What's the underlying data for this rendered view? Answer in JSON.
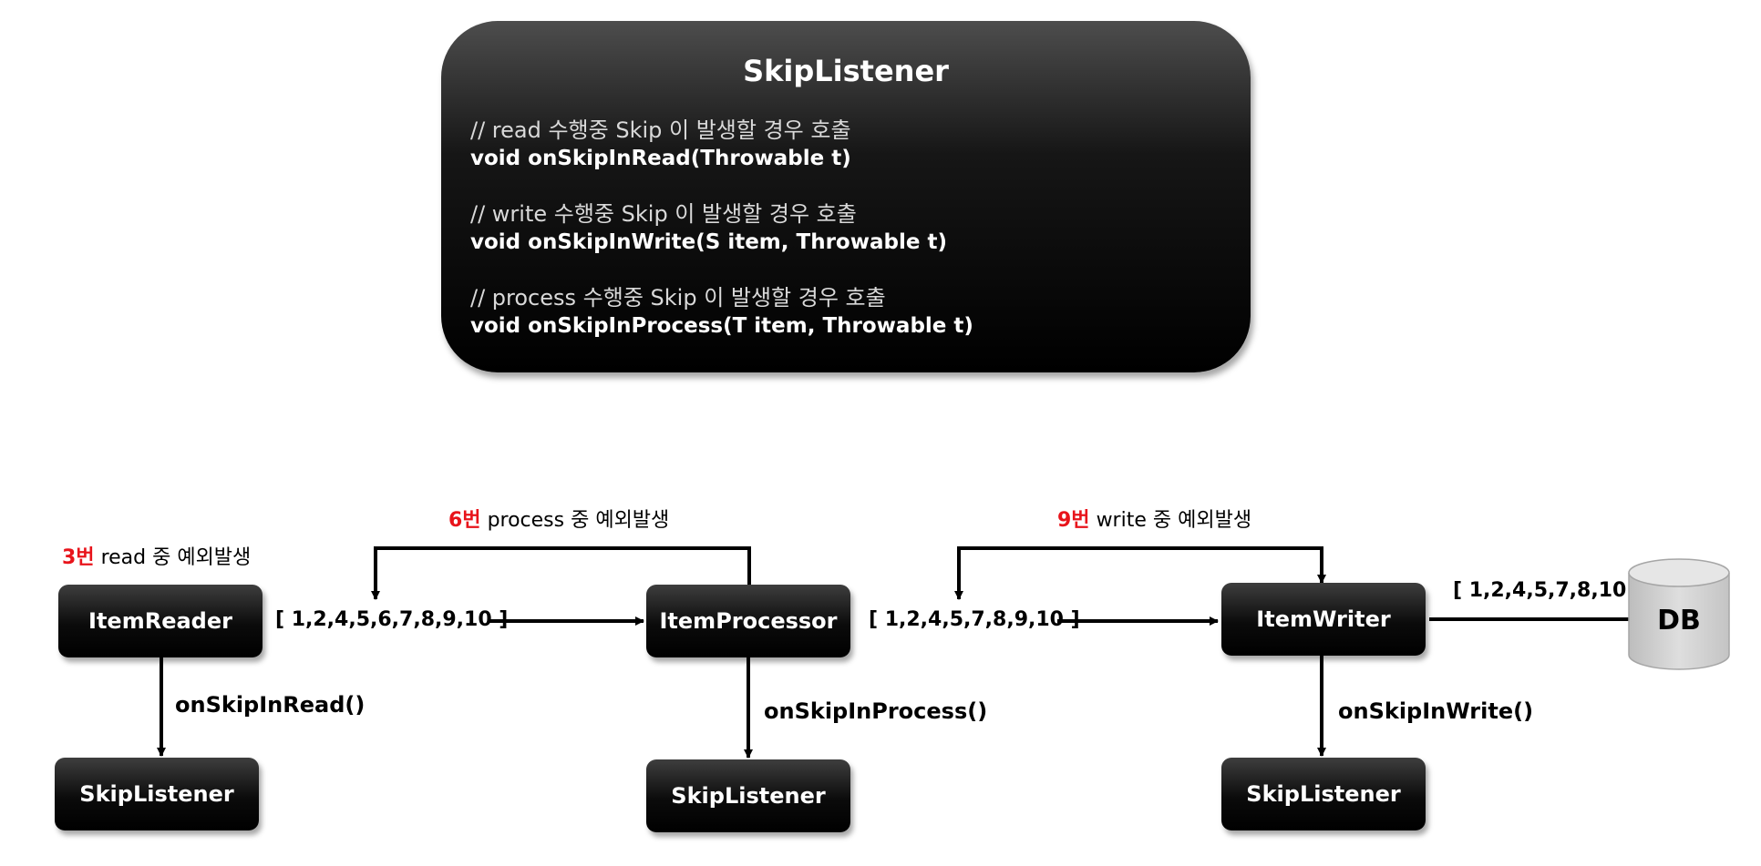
{
  "panel": {
    "title": "SkipListener",
    "read_comment": "// read 수행중 Skip 이 발생할 경우 호출",
    "read_sig": "void onSkipInRead(Throwable t)",
    "write_comment": "// write 수행중 Skip 이 발생할 경우 호출",
    "write_sig": "void onSkipInWrite(S item, Throwable t)",
    "process_comment": "// process 수행중 Skip 이 발생할 경우 호출",
    "process_sig": "void onSkipInProcess(T item, Throwable t)"
  },
  "boxes": {
    "reader": "ItemReader",
    "processor": "ItemProcessor",
    "writer": "ItemWriter",
    "listener": "SkipListener"
  },
  "notes": {
    "read_num": "3번",
    "read_text": "read 중 예외발생",
    "process_num": "6번",
    "process_text": "process 중 예외발생",
    "write_num": "9번",
    "write_text": "write 중 예외발생"
  },
  "data": {
    "to_processor": "[ 1,2,4,5,6,7,8,9,10 ]",
    "to_writer": "[ 1,2,4,5,7,8,9,10 ]",
    "to_db": "[ 1,2,4,5,7,8,10 ]"
  },
  "calls": {
    "read": "onSkipInRead()",
    "process": "onSkipInProcess()",
    "write": "onSkipInWrite()"
  },
  "db": "DB",
  "colors": {
    "highlight": "#e8141b",
    "box": "#000000",
    "db_fill": "#d9d9d9"
  }
}
